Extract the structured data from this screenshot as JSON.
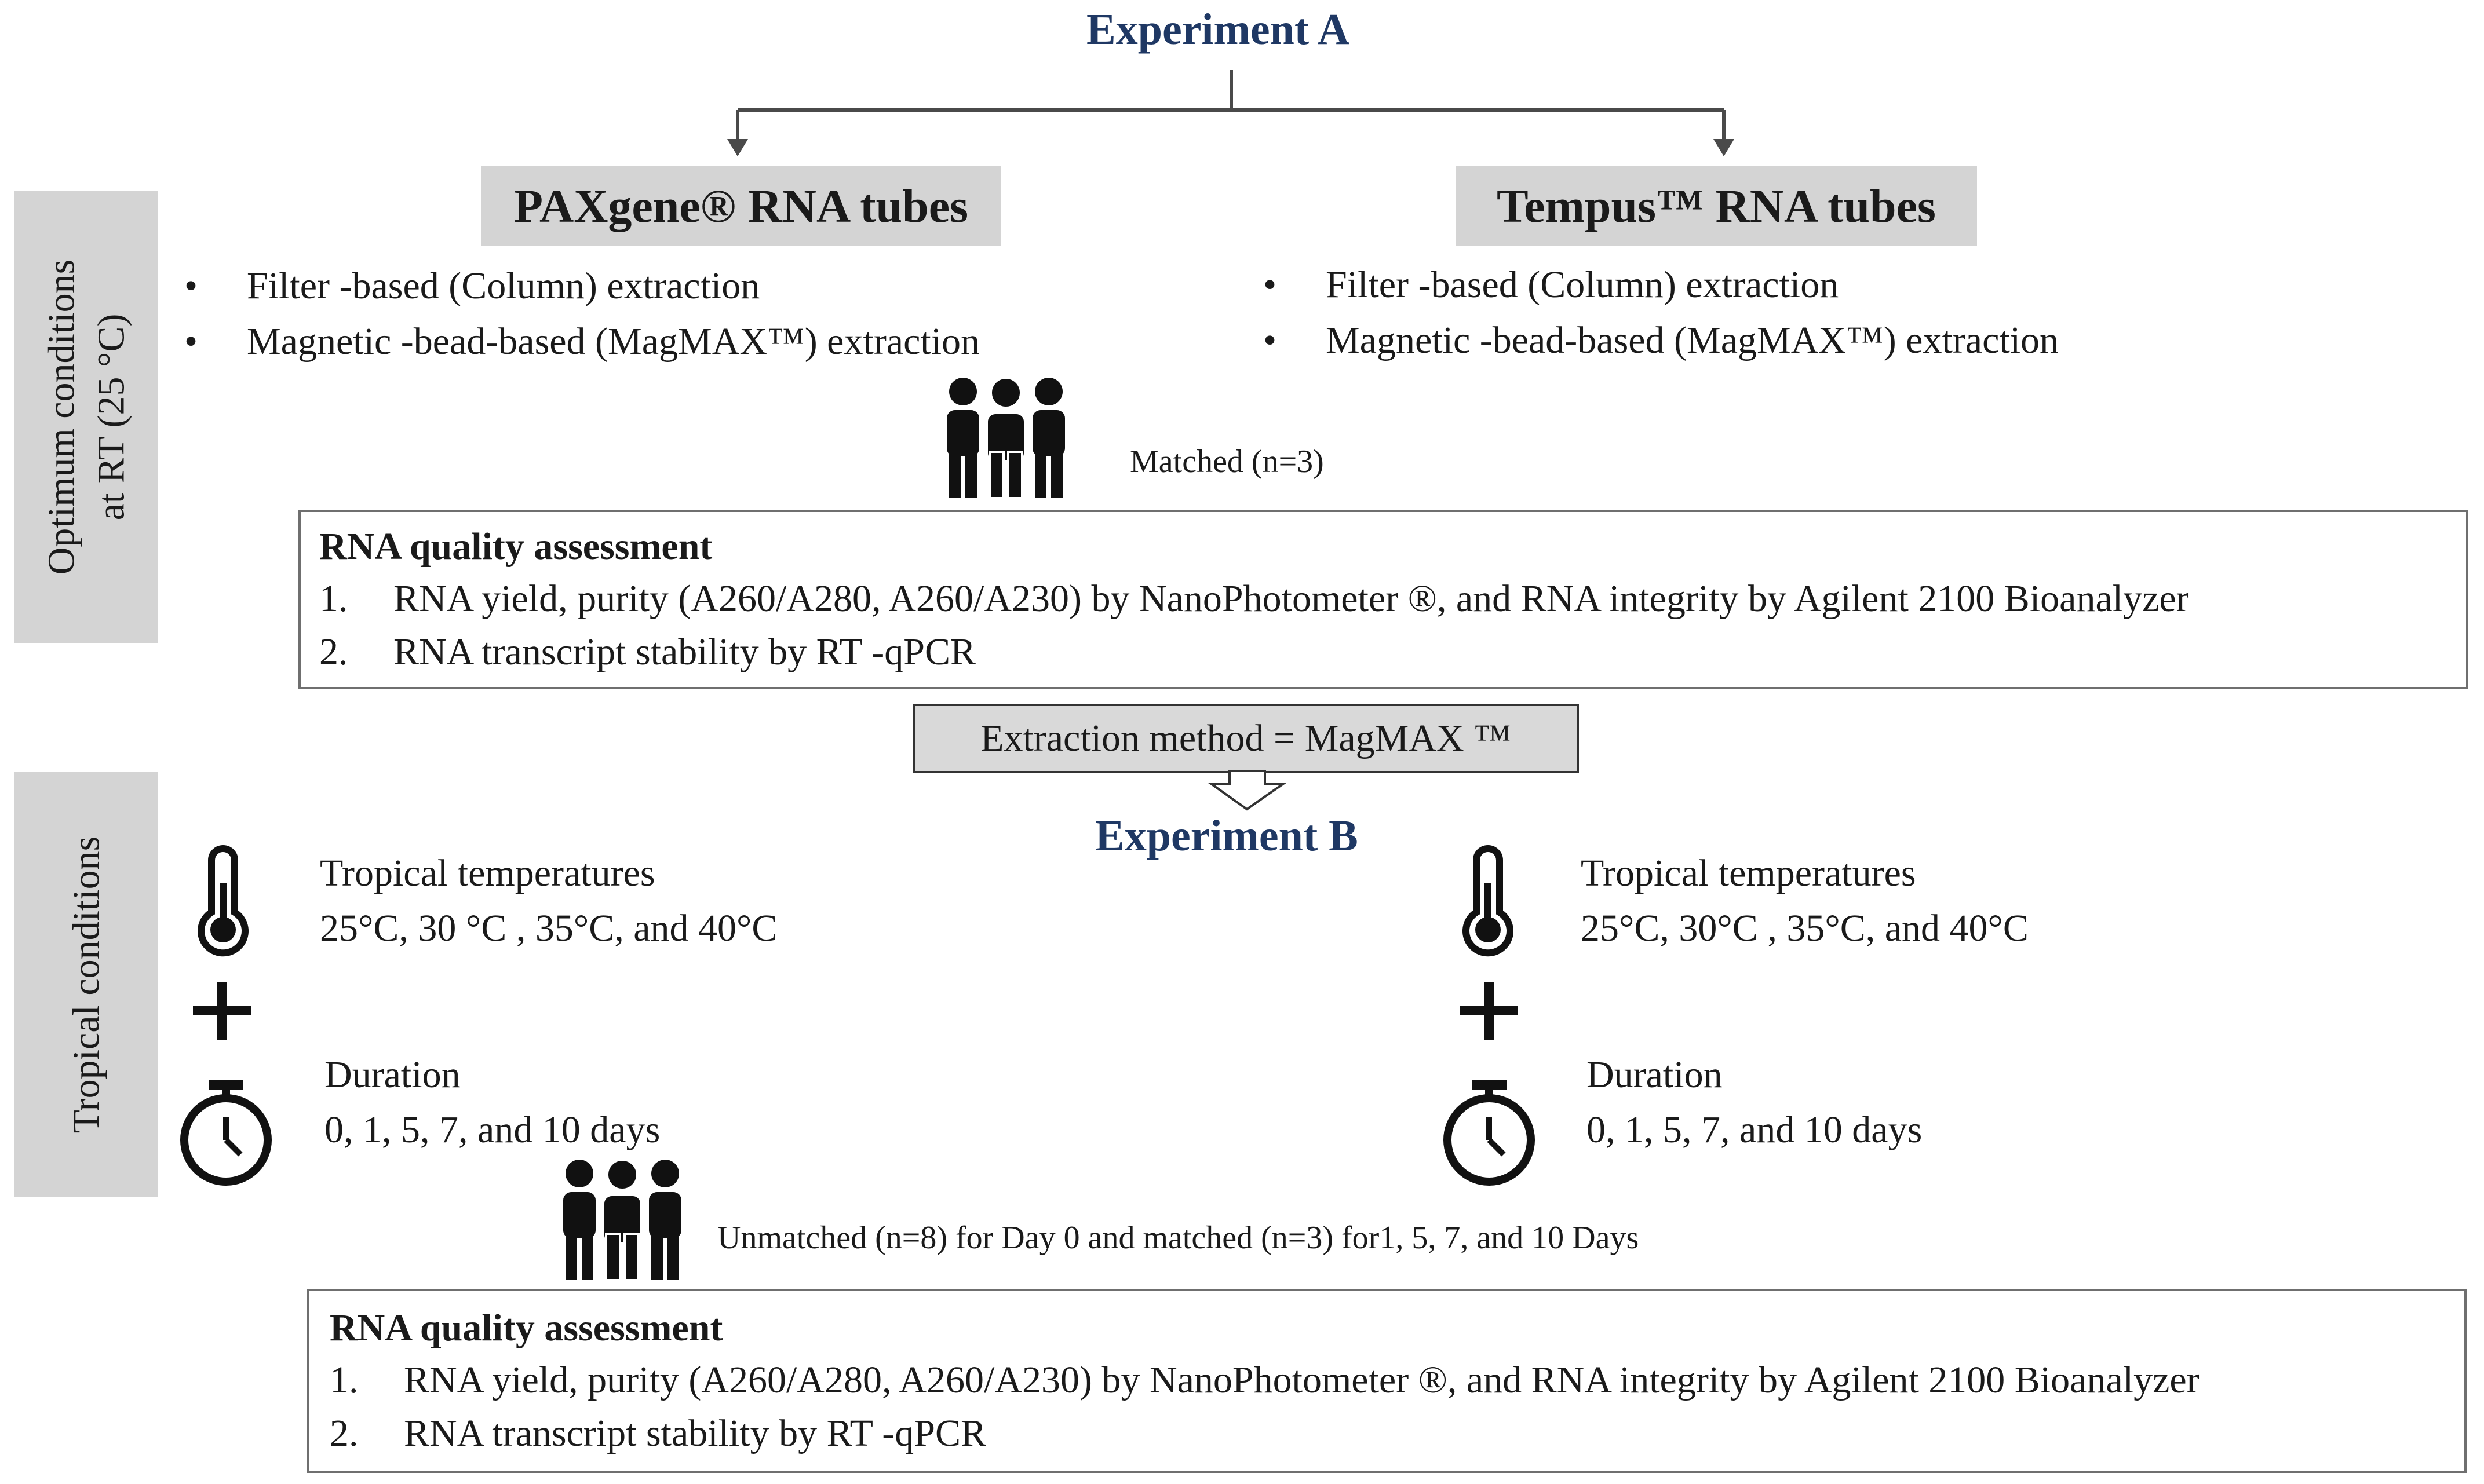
{
  "experiment_a": {
    "title": "Experiment A",
    "side_label": [
      "Optimum conditions",
      "at RT (25 °C)"
    ],
    "left_tube": {
      "label": "PAXgene® RNA tubes",
      "bullets": [
        "Filter -based (Column) extraction",
        "Magnetic -bead-based (MagMAX™) extraction"
      ]
    },
    "right_tube": {
      "label": "Tempus™ RNA tubes",
      "bullets": [
        "Filter -based (Column) extraction",
        "Magnetic -bead-based (MagMAX™) extraction"
      ]
    },
    "participants": "Matched (n=3)",
    "quality": {
      "title": "RNA quality assessment",
      "items": [
        {
          "num": "1.",
          "text": "RNA yield, purity (A260/A280, A260/A230) by    NanoPhotometer ®, and RNA integrity by Agilent 2100 Bioanalyzer"
        },
        {
          "num": "2.",
          "text": "RNA transcript stability by RT    -qPCR"
        }
      ]
    }
  },
  "extraction_method": "Extraction method = MagMAX ™",
  "experiment_b": {
    "title": "Experiment B",
    "side_label": [
      "Tropical  conditions"
    ],
    "left": {
      "temp_title": "Tropical temperatures",
      "temp_values": "25°C, 30 °C , 35°C, and 40°C",
      "plus": "+",
      "duration_title": "Duration",
      "duration_values": "0, 1, 5, 7, and 10 days"
    },
    "right": {
      "temp_title": "Tropical temperatures",
      "temp_values": "25°C, 30°C , 35°C, and 40°C",
      "plus": "+",
      "duration_title": "Duration",
      "duration_values": "0, 1, 5, 7, and 10 days"
    },
    "participants": "Unmatched (n=8) for Day 0 and matched (n=3) for1, 5, 7, and 10 Days",
    "quality": {
      "title": "RNA quality assessment",
      "items": [
        {
          "num": "1.",
          "text": "RNA yield, purity (A260/A280, A260/A230) by    NanoPhotometer ®, and RNA integrity by Agilent 2100 Bioanalyzer"
        },
        {
          "num": "2.",
          "text": "RNA transcript stability by RT    -qPCR"
        }
      ]
    }
  },
  "icons": [
    "people-group-icon",
    "thermometer-icon",
    "stopwatch-icon",
    "plus-icon",
    "branch-arrow-icon",
    "down-arrow-icon"
  ]
}
